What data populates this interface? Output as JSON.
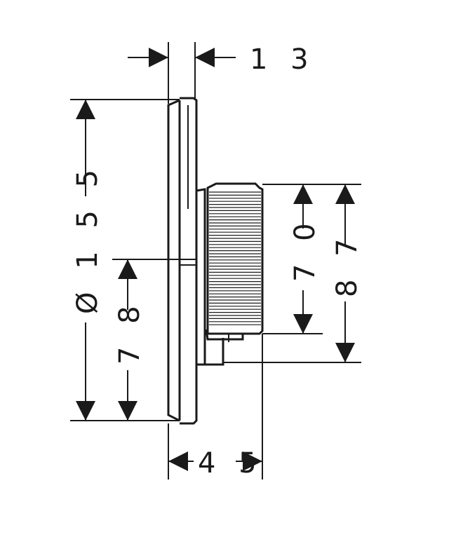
{
  "dimensions": {
    "top_width": "1 3",
    "diameter": "Ø 1 5 5",
    "center_height": "7 8",
    "knob_height": "7 0",
    "body_height": "8 7",
    "total_depth": "4 5"
  },
  "colors": {
    "ink": "#1a1a1a",
    "background": "#ffffff"
  }
}
